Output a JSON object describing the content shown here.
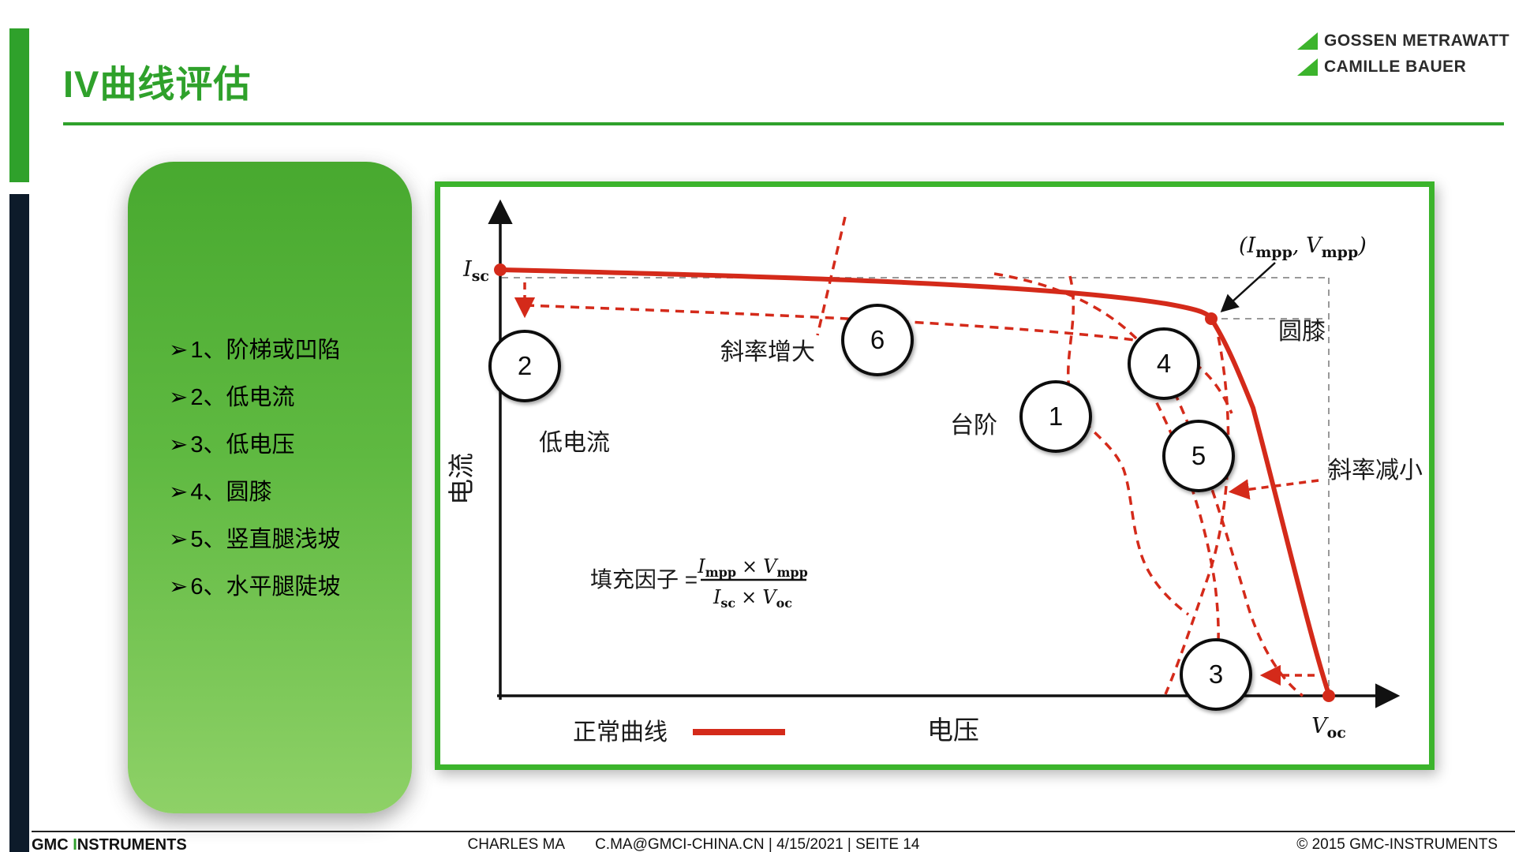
{
  "slide": {
    "title": "IV曲线评估"
  },
  "logo": {
    "line1": "GOSSEN METRAWATT",
    "line2": "CAMILLE BAUER"
  },
  "sidebar": {
    "bullet": "➢",
    "items": [
      {
        "label": "1、阶梯或凹陷"
      },
      {
        "label": "2、低电流"
      },
      {
        "label": "3、低电压"
      },
      {
        "label": "4、圆膝"
      },
      {
        "label": "5、竖直腿浅坡"
      },
      {
        "label": "6、水平腿陡坡"
      }
    ]
  },
  "chart": {
    "axis": {
      "y": "电流",
      "x": "电压"
    },
    "points": {
      "isc_base": "I",
      "isc_sub": "sc",
      "voc_base": "V",
      "voc_sub": "oc",
      "mpp_p1": "(I",
      "mpp_s1": "mpp",
      "mpp_p2": ", V",
      "mpp_s2": "mpp",
      "mpp_p3": ")"
    },
    "annotations": {
      "slope_increase": "斜率增大",
      "low_current": "低电流",
      "step": "台阶",
      "round_knee": "圆膝",
      "slope_decrease": "斜率减小"
    },
    "markers": {
      "m1": "1",
      "m2": "2",
      "m3": "3",
      "m4": "4",
      "m5": "5",
      "m6": "6"
    },
    "formula": {
      "label": "填充因子 =",
      "n1": "I",
      "n1s": "mpp",
      "times": "×",
      "n2": "V",
      "n2s": "mpp",
      "d1": "I",
      "d1s": "sc",
      "d2": "V",
      "d2s": "oc"
    },
    "legend": {
      "normal": "正常曲线"
    }
  },
  "footer": {
    "brand_bold": "GMC ",
    "brand_i": "I",
    "brand_rest": "NSTRUMENTS",
    "author": "CHARLES MA",
    "meta": "C.MA@GMCI-CHINA.CN | 4/15/2021 | SEITE 14",
    "copyright": "© 2015 GMC-INSTRUMENTS"
  },
  "colors": {
    "green": "#2fa12b",
    "frame_green": "#3cb42c",
    "navy": "#0d1b2a",
    "red": "#d42a1a"
  }
}
